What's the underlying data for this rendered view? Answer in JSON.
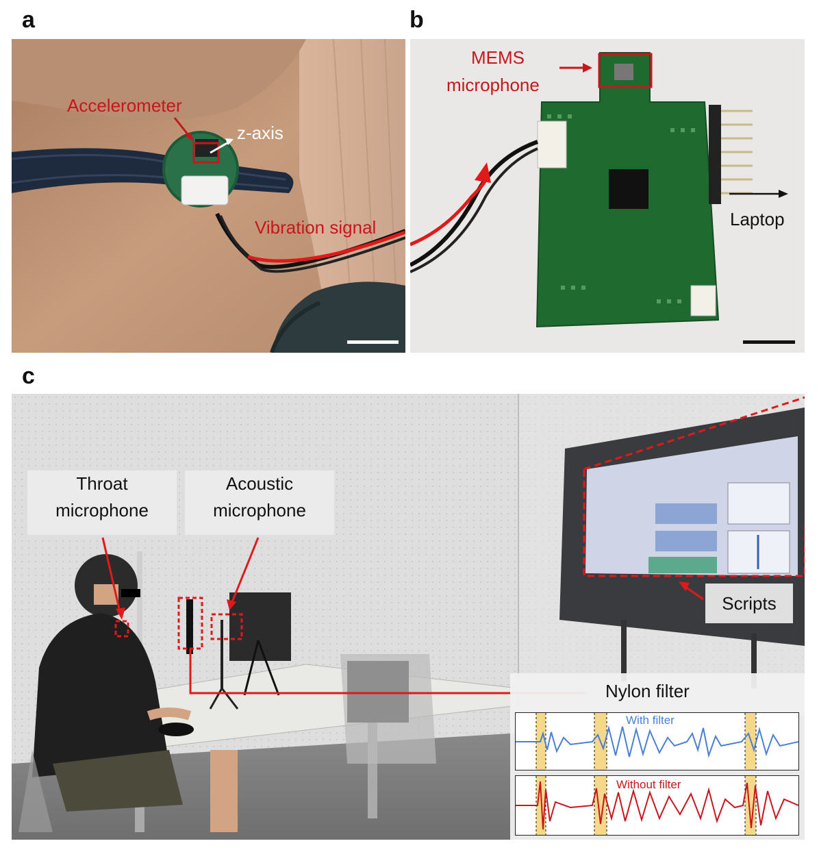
{
  "panels": {
    "a": {
      "letter": "a",
      "labels": {
        "accelerometer": "Accelerometer",
        "z_axis": "z-axis",
        "vibration": "Vibration signal"
      }
    },
    "b": {
      "letter": "b",
      "labels": {
        "mems_line1": "MEMS",
        "mems_line2": "microphone",
        "laptop": "Laptop"
      }
    },
    "c": {
      "letter": "c",
      "labels": {
        "throat_line1": "Throat",
        "throat_line2": "microphone",
        "acoustic_line1": "Acoustic",
        "acoustic_line2": "microphone",
        "scripts": "Scripts",
        "nylon": "Nylon filter",
        "with_filter": "With filter",
        "without_filter": "Without filter"
      }
    }
  },
  "colors": {
    "callout_red": "#c8161d",
    "wave_blue": "#4a7fd6",
    "wave_red": "#c8161d",
    "highlight": "#f5d889"
  }
}
